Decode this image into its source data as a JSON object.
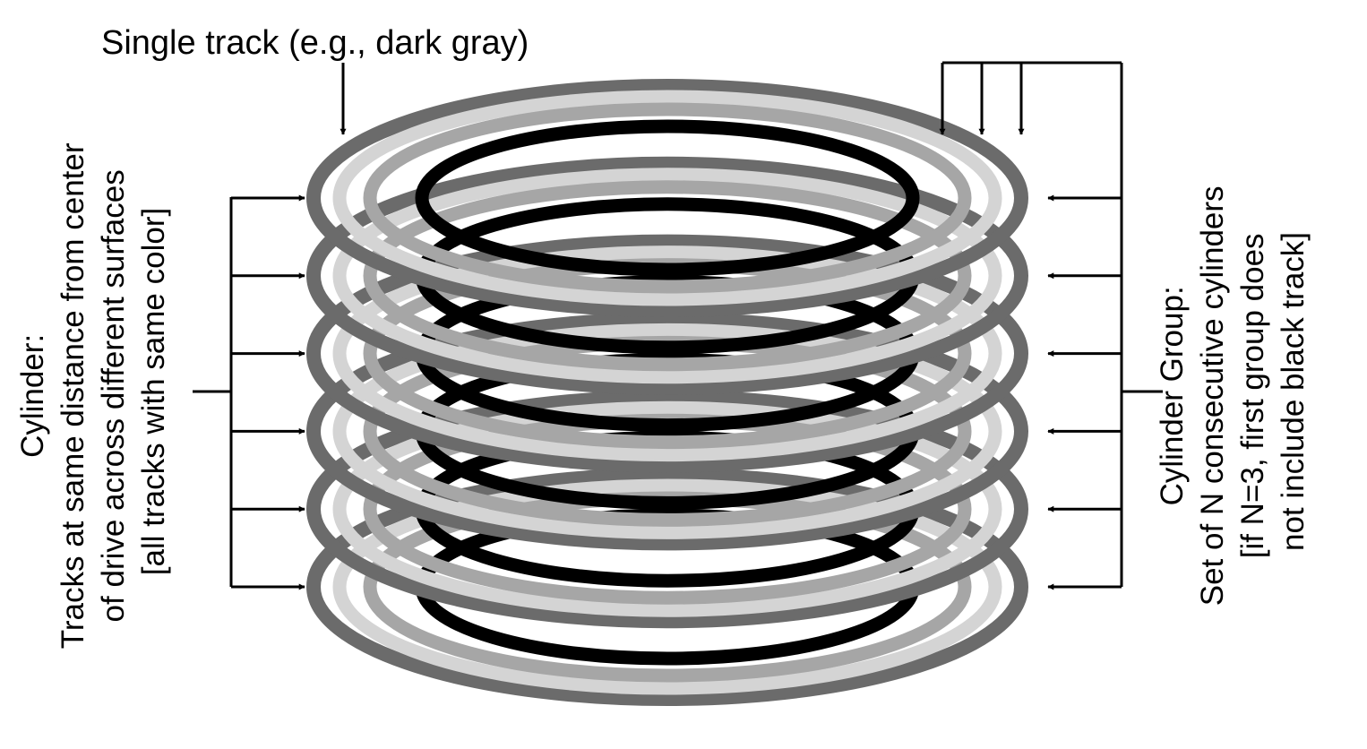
{
  "labels": {
    "single_track": "Single track (e.g., dark gray)",
    "cylinder": [
      "Cylinder:",
      "Tracks at same distance from center",
      "of drive across different surfaces",
      "[all tracks with same color]"
    ],
    "cylinder_group": [
      "Cylinder Group:",
      "Set of N consecutive cylinders",
      "[if N=3, first group does",
      "not include black track]"
    ]
  },
  "platters": 6,
  "tracks": [
    {
      "name": "dark-gray",
      "color": "#6b6b6b"
    },
    {
      "name": "light-gray",
      "color": "#d4d4d4"
    },
    {
      "name": "medium-gray",
      "color": "#a6a6a6"
    },
    {
      "name": "black",
      "color": "#000000"
    }
  ]
}
